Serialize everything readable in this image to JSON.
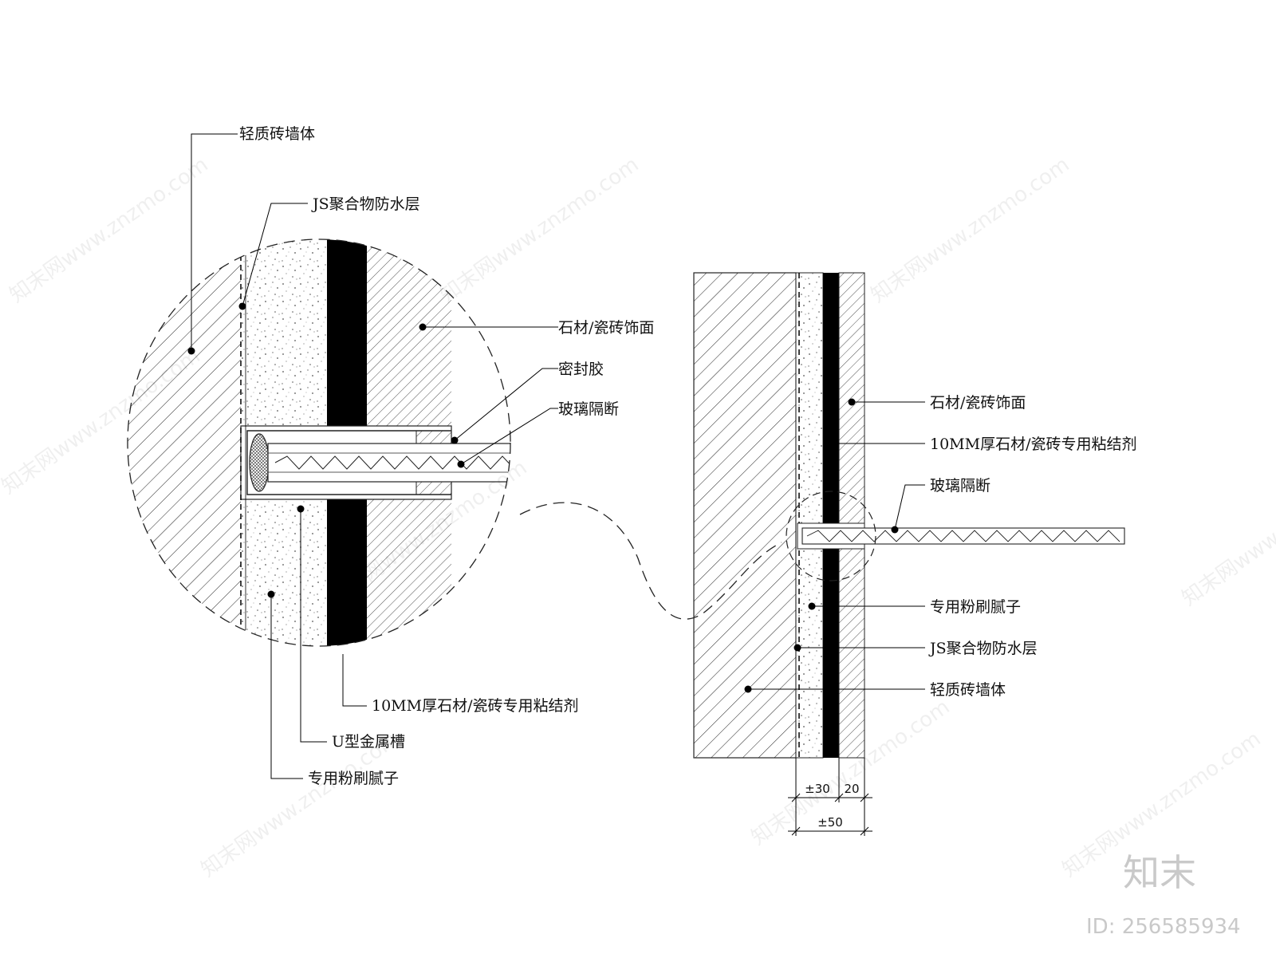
{
  "detail": {
    "labels": {
      "brick_wall": "轻质砖墙体",
      "waterproof": "JS聚合物防水层",
      "stone_face": "石材/瓷砖饰面",
      "sealant": "密封胶",
      "glass": "玻璃隔断",
      "adhesive": "10MM厚石材/瓷砖专用粘结剂",
      "u_channel": "U型金属槽",
      "putty": "专用粉刷腻子"
    }
  },
  "section": {
    "labels": {
      "stone_face": "石材/瓷砖饰面",
      "adhesive": "10MM厚石材/瓷砖专用粘结剂",
      "glass": "玻璃隔断",
      "putty": "专用粉刷腻子",
      "waterproof": "JS聚合物防水层",
      "brick_wall": "轻质砖墙体"
    },
    "dims": {
      "d30": "±30",
      "d20": "20",
      "d50": "±50"
    }
  },
  "watermark": {
    "repeat_text": "知末网www.znzmo.com",
    "brand": "知末",
    "id": "ID: 256585934"
  }
}
